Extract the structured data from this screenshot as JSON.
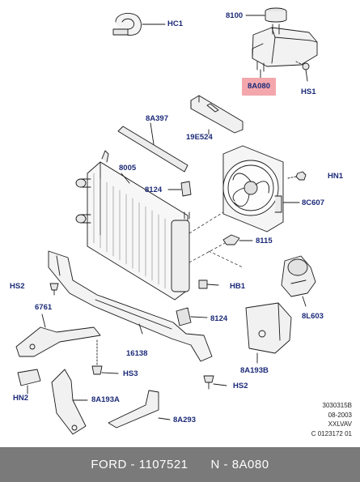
{
  "callouts": [
    {
      "id": "hc1",
      "text": "HC1"
    },
    {
      "id": "p8100",
      "text": "8100"
    },
    {
      "id": "p8a080",
      "text": "8A080",
      "highlight": true
    },
    {
      "id": "hs1",
      "text": "HS1"
    },
    {
      "id": "p8a397",
      "text": "8A397"
    },
    {
      "id": "p19e524",
      "text": "19E524"
    },
    {
      "id": "p8005",
      "text": "8005"
    },
    {
      "id": "p8124a",
      "text": "8124"
    },
    {
      "id": "hn1",
      "text": "HN1"
    },
    {
      "id": "p8c607",
      "text": "8C607"
    },
    {
      "id": "p8115",
      "text": "8115"
    },
    {
      "id": "hs2a",
      "text": "HS2"
    },
    {
      "id": "hb1",
      "text": "HB1"
    },
    {
      "id": "p6761",
      "text": "6761"
    },
    {
      "id": "p8124b",
      "text": "8124"
    },
    {
      "id": "p8l603",
      "text": "8L603"
    },
    {
      "id": "p16138",
      "text": "16138"
    },
    {
      "id": "p8a193b",
      "text": "8A193B"
    },
    {
      "id": "hs3",
      "text": "HS3"
    },
    {
      "id": "hn2",
      "text": "HN2"
    },
    {
      "id": "p8a193a",
      "text": "8A193A"
    },
    {
      "id": "hs2b",
      "text": "HS2"
    },
    {
      "id": "p8a293",
      "text": "8A293"
    }
  ],
  "diagram_meta": [
    "3030315B",
    "08-2003",
    "XXLVAV",
    "C 0123172 01"
  ],
  "footer": {
    "brand": "FORD",
    "sep1": " - ",
    "number": "1107521",
    "gap": "      ",
    "code_label": "N - 8A080"
  },
  "highlight_color": "#f3a7ad",
  "label_color": "#1b2a78",
  "footer_color": "#7a7a7a"
}
